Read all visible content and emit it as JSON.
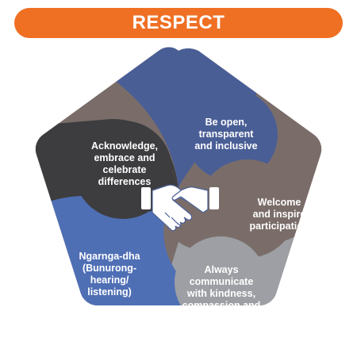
{
  "banner": {
    "title": "RESPECT",
    "color": "#ef6f23"
  },
  "segments": [
    {
      "label": "Be open,\ntransparent\nand inclusive",
      "color": "#4a5e96"
    },
    {
      "label": "Acknowledge,\nembrace and celebrate\ndifferences",
      "color": "#3d3d3f"
    },
    {
      "label": "Welcome\nand inspire\nparticipation",
      "color": "#7a6d69"
    },
    {
      "label": "Ngarnga-dha\n(Bunurong-\nhearing/\nlistening)",
      "color": "#4f6fb5"
    },
    {
      "label": "Always\ncommunicate\nwith kindness,\ncompassion and\nunderstanding",
      "color": "#9d9fa4"
    }
  ],
  "center": {
    "icon": "handshake-icon"
  }
}
